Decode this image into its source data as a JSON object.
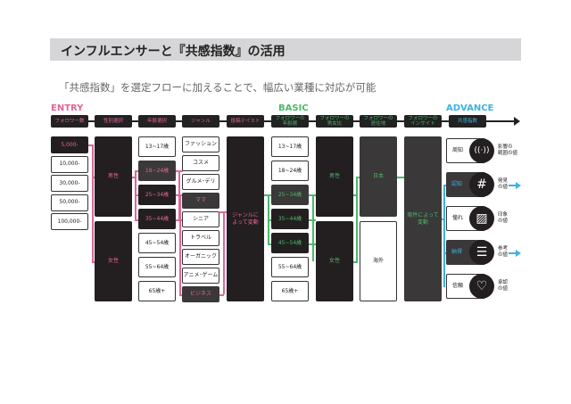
{
  "title": "インフルエンサーと『共感指数』の活用",
  "subtitle": "「共感指数」を選定フローに加えることで、幅広い業種に対応が可能",
  "stages": {
    "entry": "ENTRY",
    "basic": "BASIC",
    "advance": "ADVANCE"
  },
  "colors": {
    "entry": "#e2649a",
    "basic": "#4cb86b",
    "advance": "#3fb2e0"
  },
  "headers": [
    "フォロワー数",
    "性別選択",
    "年齢選択",
    "ジャンル",
    "投稿テイスト",
    "フォロワーの\n年齢層",
    "フォロワーの\n男女比",
    "フォロワーの\n居住地",
    "フォロワーの\nインサイト",
    "共感指数"
  ],
  "followers": [
    "5,000-",
    "10,000-",
    "30,000-",
    "50,000-",
    "100,000-"
  ],
  "gender": [
    "男性",
    "女性"
  ],
  "ages": [
    "13~17歳",
    "18~24歳",
    "25~34歳",
    "35~44歳",
    "45~54歳",
    "55~64歳",
    "65歳+"
  ],
  "genres": [
    "ファッション",
    "コスメ",
    "グルメ･デリ",
    "ママ",
    "シニア",
    "トラベル",
    "オーガニック",
    "アニメ･ゲーム",
    "ビジネス"
  ],
  "taste": "ジャンルに\nよって変動",
  "basic_ages": [
    "13~17歳",
    "18~24歳",
    "25~34歳",
    "35~44歳",
    "45~54歳",
    "55~64歳",
    "65歳+"
  ],
  "basic_gender": [
    "男性",
    "女性"
  ],
  "residence": [
    "日本",
    "海外"
  ],
  "insight": "案件によって\n変動",
  "advance": [
    {
      "label": "周知",
      "icon": "broadcast-icon",
      "value": "影響の\n範囲の値"
    },
    {
      "label": "認知",
      "icon": "hashtag-icon",
      "value": "発見\nの値"
    },
    {
      "label": "憧れ",
      "icon": "image-icon",
      "value": "印象\nの値"
    },
    {
      "label": "納得",
      "icon": "notes-icon",
      "value": "参考\nの値"
    },
    {
      "label": "信頼",
      "icon": "heart-chat-icon",
      "value": "承認\nの値"
    }
  ]
}
